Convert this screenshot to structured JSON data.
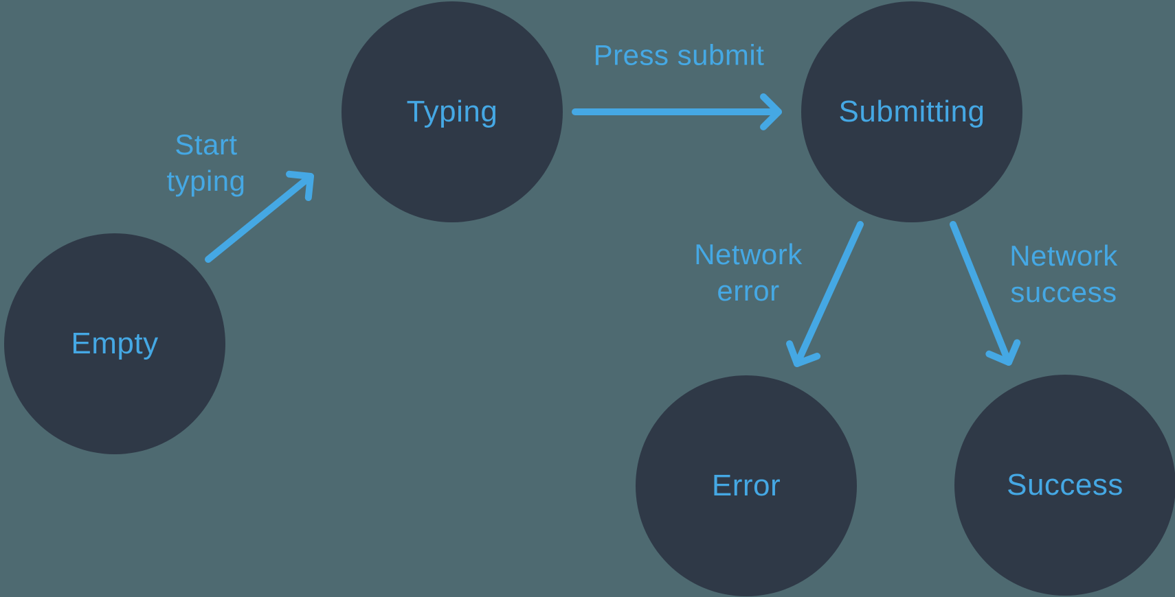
{
  "diagram": {
    "type": "state-machine",
    "colors": {
      "background": "#4e6a71",
      "node_fill": "#2f3947",
      "accent": "#45a8e4"
    },
    "nodes": [
      {
        "id": "empty",
        "label": "Empty"
      },
      {
        "id": "typing",
        "label": "Typing"
      },
      {
        "id": "submitting",
        "label": "Submitting"
      },
      {
        "id": "error",
        "label": "Error"
      },
      {
        "id": "success",
        "label": "Success"
      }
    ],
    "edges": [
      {
        "from": "empty",
        "to": "typing",
        "label": "Start typing"
      },
      {
        "from": "typing",
        "to": "submitting",
        "label": "Press submit"
      },
      {
        "from": "submitting",
        "to": "error",
        "label": "Network error"
      },
      {
        "from": "submitting",
        "to": "success",
        "label": "Network success"
      }
    ]
  }
}
